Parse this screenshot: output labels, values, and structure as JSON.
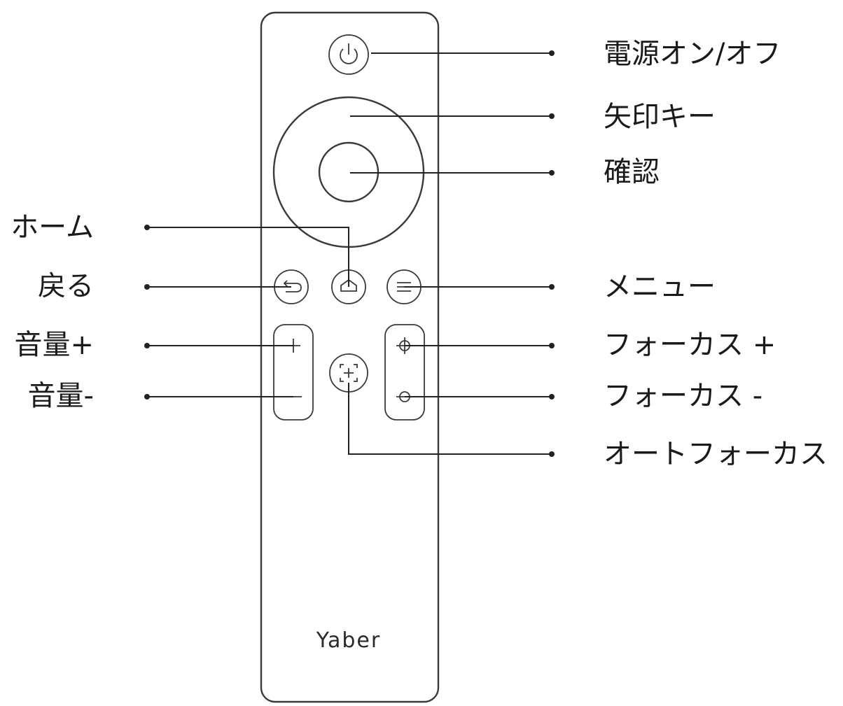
{
  "brand": "Yaber",
  "labels": {
    "power": "電源オン/オフ",
    "arrow_keys": "矢印キー",
    "confirm": "確認",
    "home": "ホーム",
    "back": "戻る",
    "menu": "メニュー",
    "volume_up": "音量+",
    "volume_down": "音量-",
    "focus_plus": "フォーカス +",
    "focus_minus": "フォーカス -",
    "auto_focus": "オートフォーカス"
  }
}
